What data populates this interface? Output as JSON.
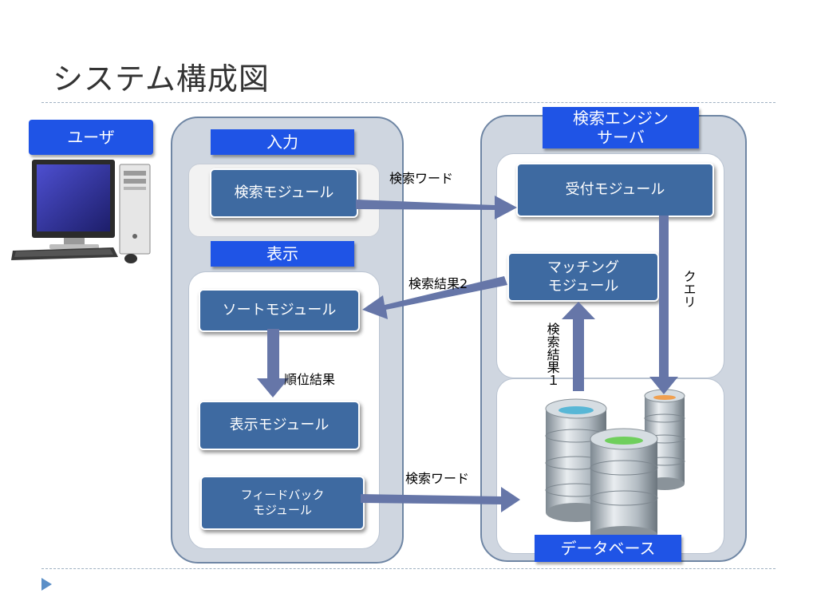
{
  "slide": {
    "title": "システム構成図"
  },
  "user": {
    "label": "ユーザ"
  },
  "client": {
    "input_header": "入力",
    "display_header": "表示",
    "search_module": "検索モジュール",
    "sort_module": "ソートモジュール",
    "display_module": "表示モジュール",
    "feedback_module": "フィードバック\nモジュール"
  },
  "server": {
    "header": "検索エンジン\nサーバ",
    "reception_module": "受付モジュール",
    "matching_module": "マッチング\nモジュール",
    "database_label": "データベース"
  },
  "edges": {
    "search_word_top": "検索ワード",
    "search_result_2": "検索結果2",
    "rank_result": "順位結果",
    "query": "クエリ",
    "search_result_1": "検索結果１",
    "search_word_bottom": "検索ワード"
  },
  "colors": {
    "header_blue": "#1f54e6",
    "module_blue": "#3e6aa1",
    "panel_gray": "#cfd6e0",
    "arrow": "#6676a8"
  }
}
